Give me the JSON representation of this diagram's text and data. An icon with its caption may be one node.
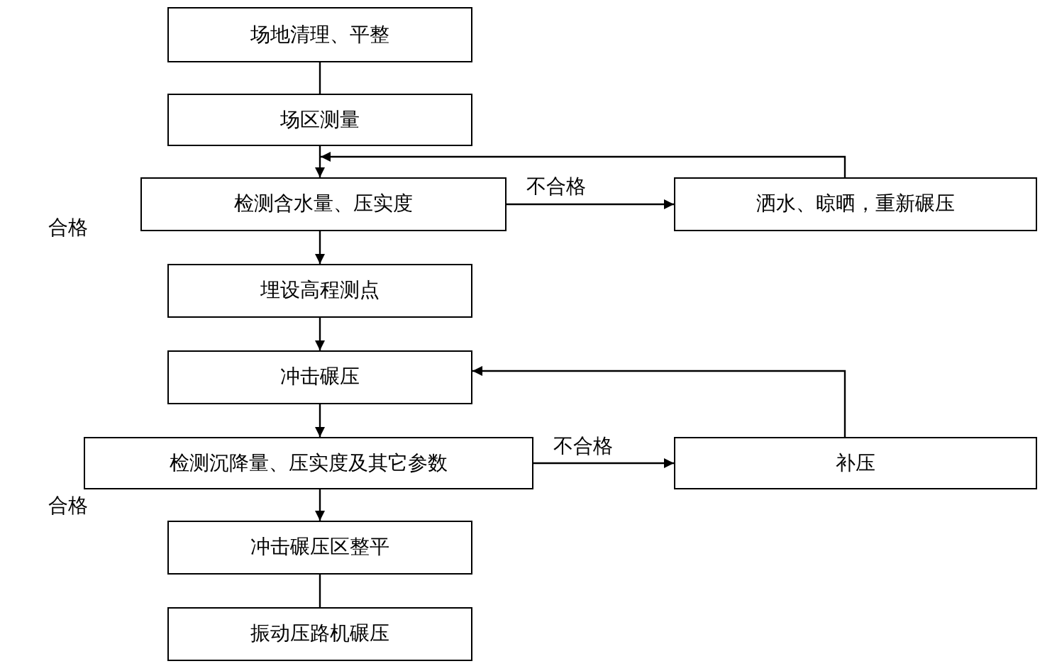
{
  "diagram": {
    "nodes": [
      {
        "text": [
          "场地清理、平整"
        ]
      },
      {
        "text": [
          "场区测量"
        ]
      },
      {
        "text": [
          "检测含水量、压实度"
        ]
      },
      {
        "text": [
          "洒水、晾晒，重新碾压"
        ]
      },
      {
        "text": [
          "埋设高程测点"
        ]
      },
      {
        "text": [
          "冲击碾压"
        ]
      },
      {
        "text": [
          "检测沉降量、压实度及其它参数"
        ]
      },
      {
        "text": [
          "补压"
        ]
      },
      {
        "text": [
          "冲击碾压区整平"
        ]
      },
      {
        "text": [
          "振动压路机碾压"
        ]
      }
    ],
    "edges": [
      {
        "from": 0,
        "to": 1,
        "arrow": "none"
      },
      {
        "from": 1,
        "to": 2,
        "arrow": "to"
      },
      {
        "from": 2,
        "to": 3,
        "arrow": "to",
        "label": "不合格"
      },
      {
        "from": 3,
        "to": 2,
        "arrow": "to"
      },
      {
        "from": 2,
        "to": 4,
        "arrow": "to"
      },
      {
        "from": 4,
        "to": 5,
        "arrow": "to"
      },
      {
        "from": 5,
        "to": 6,
        "arrow": "to"
      },
      {
        "from": 6,
        "to": 7,
        "arrow": "to",
        "label": "不合格"
      },
      {
        "from": 7,
        "to": 5,
        "arrow": "to"
      },
      {
        "from": 6,
        "to": 8,
        "arrow": "to"
      },
      {
        "from": 8,
        "to": 9,
        "arrow": "none"
      }
    ],
    "labels": [
      "合格",
      "合格"
    ]
  }
}
